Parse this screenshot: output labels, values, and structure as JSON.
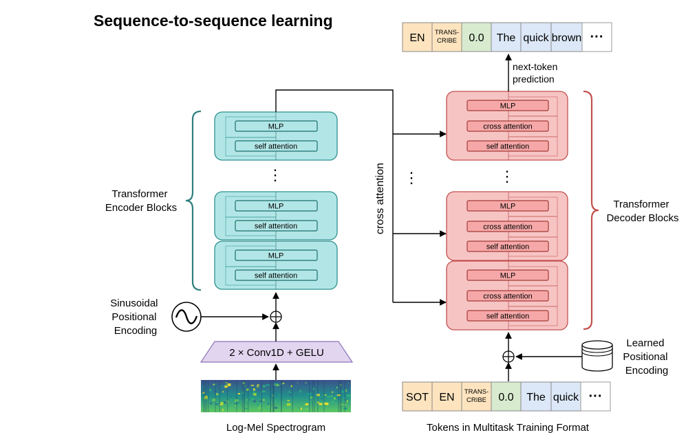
{
  "title": "Sequence-to-sequence learning",
  "encoder": {
    "label_line1": "Transformer",
    "label_line2": "Encoder Blocks",
    "mlp_label": "MLP",
    "attn_label": "self attention",
    "color_fill": "#b2e6e6",
    "color_stroke": "#2e8f8f",
    "bracket_color": "#2e7d7d"
  },
  "decoder": {
    "label_line1": "Transformer",
    "label_line2": "Decoder Blocks",
    "mlp_label": "MLP",
    "cross_label": "cross attention",
    "self_label": "self attention",
    "color_fill": "#f7c4c4",
    "color_stroke": "#c0504d",
    "bracket_color": "#c0504d"
  },
  "cross_attention_label": "cross attention",
  "next_token": {
    "line1": "next-token",
    "line2": "prediction"
  },
  "sinusoidal": {
    "line1": "Sinusoidal",
    "line2": "Positional",
    "line3": "Encoding",
    "icon": "sine-wave-icon"
  },
  "learned": {
    "line1": "Learned",
    "line2": "Positional",
    "line3": "Encoding",
    "icon": "database-cylinder-icon"
  },
  "conv_label": "2 × Conv1D + GELU",
  "spectrogram_label": "Log-Mel Spectrogram",
  "tokens_label": "Tokens in Multitask Training Format",
  "output_tokens": [
    {
      "text": "EN",
      "color": "#fde4bf",
      "small": false
    },
    {
      "text": "TRANS-\nCRIBE",
      "color": "#fde4bf",
      "small": true
    },
    {
      "text": "0.0",
      "color": "#d8ebcf",
      "small": false
    },
    {
      "text": "The",
      "color": "#dce8f8",
      "small": false
    },
    {
      "text": "quick",
      "color": "#dce8f8",
      "small": false
    },
    {
      "text": "brown",
      "color": "#dce8f8",
      "small": false
    },
    {
      "text": "···",
      "color": "#ffffff",
      "small": false
    }
  ],
  "input_tokens": [
    {
      "text": "SOT",
      "color": "#fde4bf",
      "small": false
    },
    {
      "text": "EN",
      "color": "#fde4bf",
      "small": false
    },
    {
      "text": "TRANS-\nCRIBE",
      "color": "#fde4bf",
      "small": true
    },
    {
      "text": "0.0",
      "color": "#d8ebcf",
      "small": false
    },
    {
      "text": "The",
      "color": "#dce8f8",
      "small": false
    },
    {
      "text": "quick",
      "color": "#dce8f8",
      "small": false
    },
    {
      "text": "···",
      "color": "#ffffff",
      "small": false
    }
  ],
  "ellipsis": "⋮"
}
